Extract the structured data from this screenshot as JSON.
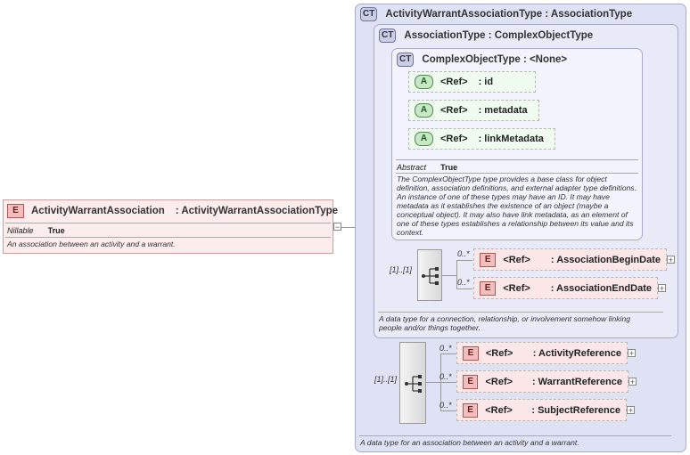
{
  "root": {
    "badge": "E",
    "name": "ActivityWarrantAssociation",
    "type": ": ActivityWarrantAssociationType",
    "prop_key": "Nillable",
    "prop_val": "True",
    "description": "An association between an activity and a warrant.",
    "collapse": "−"
  },
  "outer": {
    "badge": "CT",
    "title": "ActivityWarrantAssociationType : AssociationType",
    "seq_mult": "[1]..[1]",
    "description": "A data type for an association between an activity and a warrant.",
    "elements": [
      {
        "badge": "E",
        "mult": "0..*",
        "ref": "<Ref>",
        "type": ": ActivityReference"
      },
      {
        "badge": "E",
        "mult": "0..*",
        "ref": "<Ref>",
        "type": ": WarrantReference"
      },
      {
        "badge": "E",
        "mult": "0..*",
        "ref": "<Ref>",
        "type": ": SubjectReference"
      }
    ]
  },
  "middle": {
    "badge": "CT",
    "title": "AssociationType : ComplexObjectType",
    "seq_mult": "[1]..[1]",
    "description": "A data type for a connection, relationship, or involvement somehow linking people and/or things together.",
    "elements": [
      {
        "badge": "E",
        "mult": "0..*",
        "ref": "<Ref>",
        "type": ": AssociationBeginDate"
      },
      {
        "badge": "E",
        "mult": "0..*",
        "ref": "<Ref>",
        "type": ": AssociationEndDate"
      }
    ]
  },
  "inner": {
    "badge": "CT",
    "title": "ComplexObjectType : <None>",
    "attributes": [
      {
        "badge": "A",
        "ref": "<Ref>",
        "type": ": id"
      },
      {
        "badge": "A",
        "ref": "<Ref>",
        "type": ": metadata"
      },
      {
        "badge": "A",
        "ref": "<Ref>",
        "type": ": linkMetadata"
      }
    ],
    "prop_key": "Abstract",
    "prop_val": "True",
    "description": "The ComplexObjectType type provides a base class for object definition, association definitions, and external adapter type definitions. An instance of one of these types may have an ID. It may have metadata as it establishes the existence of an object (maybe a conceptual object). It may also have link metadata, as an element of one of these types establishes a relationship between its value and its context."
  },
  "icons": {
    "expand": "+"
  }
}
